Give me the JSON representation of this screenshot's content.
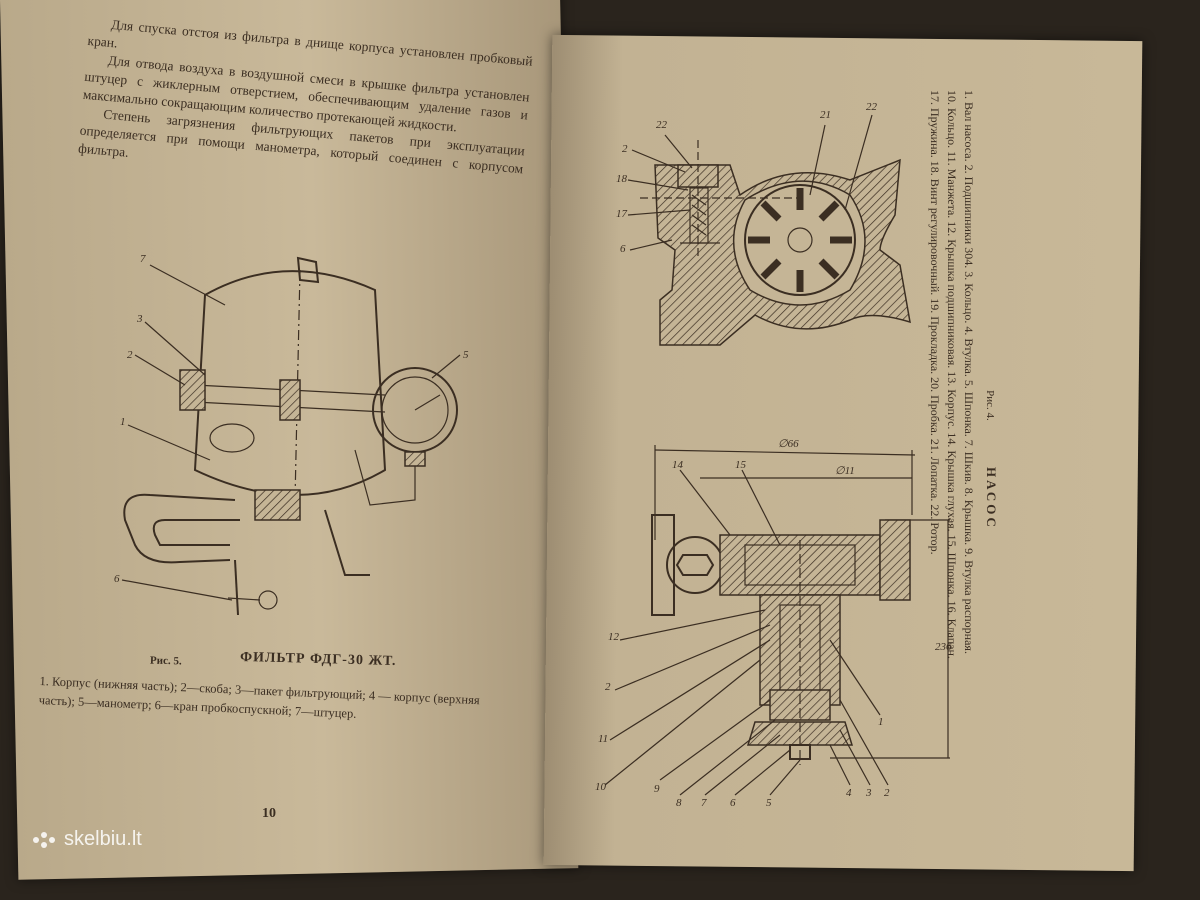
{
  "left_page": {
    "paragraphs": [
      "Для спуска отстоя из фильтра в днище корпуса установлен пробковый кран.",
      "Для отвода воздуха в воздушной смеси в крышке фильтра установлен штуцер с жиклерным отверстием, обеспечивающим удаление газов и максимально сокращающим количество протекающей жидкости.",
      "Степень загрязнения фильтрующих пакетов при эксплуатации определяется при помощи манометра, который соединен с корпусом фильтра."
    ],
    "figure": {
      "label": "Рис. 5.",
      "title": "ФИЛЬТР ФДГ-30 ЖТ.",
      "callouts": [
        "7",
        "3",
        "2",
        "5",
        "1",
        "6"
      ],
      "legend": "1. Корпус (нижняя часть); 2—скоба; 3—пакет фильтрующий; 4 — корпус (верхняя часть); 5—манометр; 6—кран пробкоспускной; 7—штуцер."
    },
    "page_number": "10"
  },
  "right_page": {
    "figure_top_callouts": [
      "22",
      "2",
      "18",
      "17",
      "6",
      "21",
      "22"
    ],
    "figure_bottom_callouts": [
      "14",
      "15",
      "12",
      "2",
      "11",
      "10",
      "9",
      "8",
      "7",
      "6",
      "5",
      "4",
      "3",
      "2",
      "1"
    ],
    "dim_labels": [
      "∅66",
      "∅11",
      "236"
    ],
    "legend": {
      "figure_label": "Рис. 4.",
      "title": "НАСОС",
      "lines": [
        "1. Вал насоса. 2. Подшипники 304. 3. Кольцо. 4. Втулка. 5. Шпонка. 7. Шкив. 8. Крышка. 9. Втулка распорная.",
        "10. Кольцо. 11. Манжета. 12. Крышка подшипниковая. 13. Корпус. 14. Крышка глухая. 15. Шпонка. 16. Клапан.",
        "17. Пружина. 18. Винт регулировочный. 19. Прокладка. 20. Пробка. 21. Лопатка. 22. Ротор."
      ]
    }
  },
  "watermark": {
    "text": "skelbiu.lt"
  }
}
